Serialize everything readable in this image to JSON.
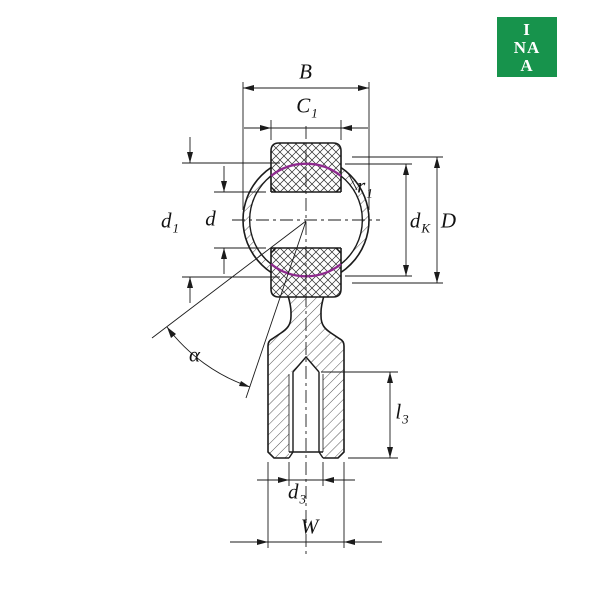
{
  "logo": {
    "line1": "I",
    "line2": "NA",
    "line3": "A"
  },
  "labels": {
    "B": {
      "base": "B",
      "sub": ""
    },
    "C1": {
      "base": "C",
      "sub": "1"
    },
    "r1": {
      "base": "r",
      "sub": "1"
    },
    "d1": {
      "base": "d",
      "sub": "1"
    },
    "d": {
      "base": "d",
      "sub": ""
    },
    "dK": {
      "base": "d",
      "sub": "K"
    },
    "D": {
      "base": "D",
      "sub": ""
    },
    "alpha": {
      "base": "α",
      "sub": ""
    },
    "l3": {
      "base": "l",
      "sub": "3"
    },
    "d3": {
      "base": "d",
      "sub": "3"
    },
    "W": {
      "base": "W",
      "sub": ""
    }
  },
  "colors": {
    "line": "#1b1b1b",
    "hatch": "#2a2a2a",
    "accent_purple": "#8e2a8e",
    "logo_green": "#17934c",
    "logo_text": "#ffffff",
    "background": "#ffffff"
  }
}
